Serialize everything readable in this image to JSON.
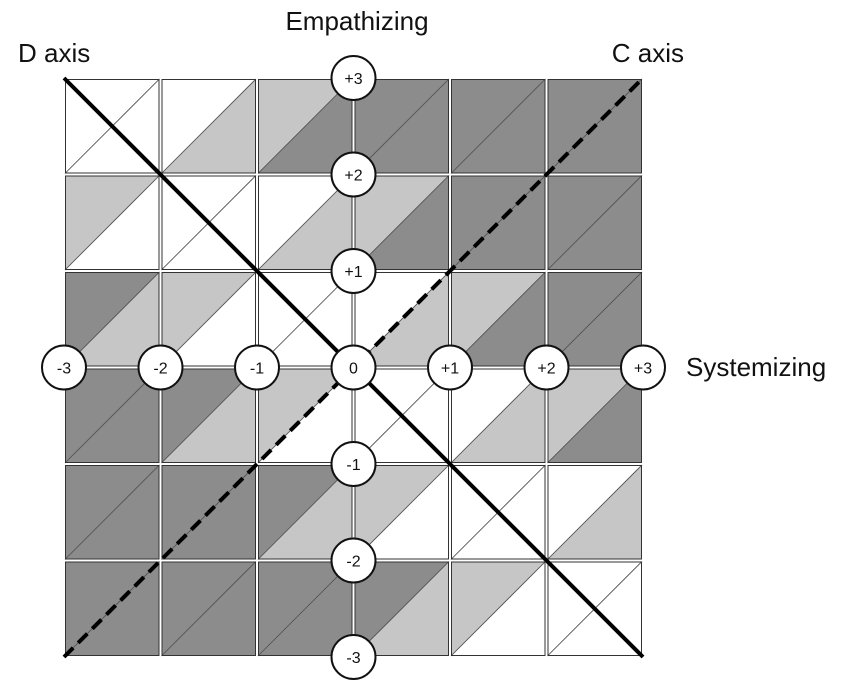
{
  "labels": {
    "top": "Empathizing",
    "left": "D axis",
    "right": "C axis",
    "systemizing": "Systemizing"
  },
  "systemizing_ticks": [
    "-3",
    "-2",
    "-1",
    "0",
    "+1",
    "+2",
    "+3"
  ],
  "empathizing_ticks": [
    "+3",
    "+2",
    "+1",
    "-1",
    "-2",
    "-3"
  ],
  "colors": {
    "dark": "#8c8c8c",
    "light": "#c6c6c6",
    "white": "#ffffff",
    "line": "#000000"
  }
}
